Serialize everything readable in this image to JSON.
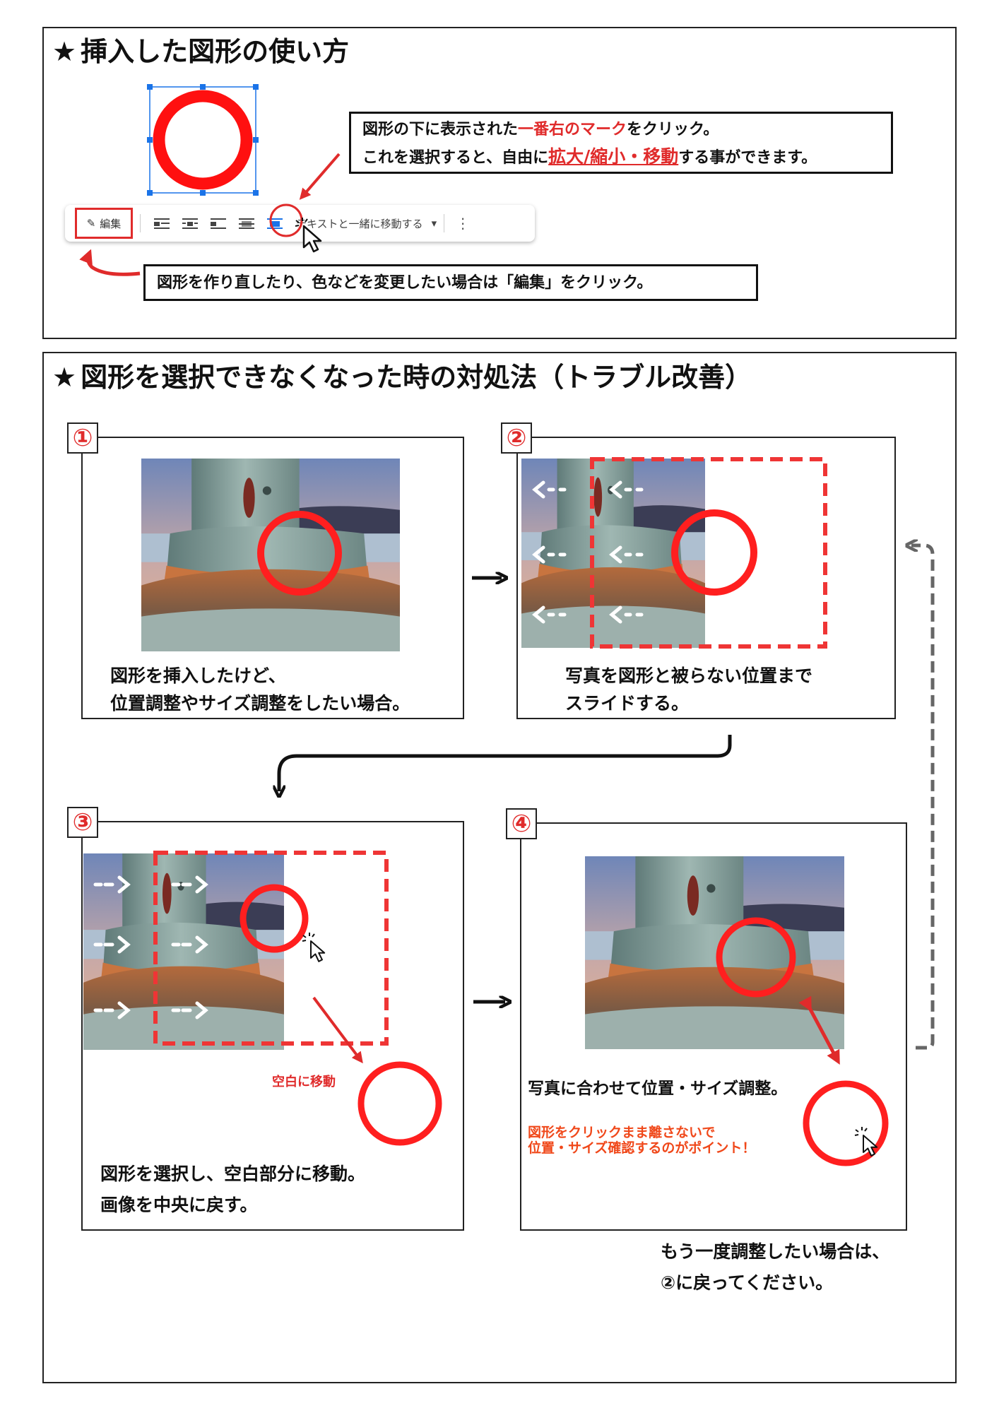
{
  "section1": {
    "title": "挿入した図形の使い方",
    "star": "★",
    "callout_top": {
      "line1_a": "図形の下に表示された",
      "line1_red": "一番右のマーク",
      "line1_b": "をクリック。",
      "line2_a": "これを選択すると、自由に",
      "line2_red": "拡大/縮小・移動",
      "line2_b": "する事ができます。"
    },
    "toolbar": {
      "edit_label": "編集",
      "move_option": "テキストと一緒に移動する",
      "more": "⋮"
    },
    "callout_bottom": "図形を作り直したり、色などを変更したい場合は「編集」をクリック。"
  },
  "section2": {
    "title": "図形を選択できなくなった時の対処法（トラブル改善）",
    "star": "★",
    "steps": [
      {
        "num": "①",
        "caption_l1": "図形を挿入したけど、",
        "caption_l2": "位置調整やサイズ調整をしたい場合。"
      },
      {
        "num": "②",
        "caption_l1": "写真を図形と被らない位置まで",
        "caption_l2": "スライドする。"
      },
      {
        "num": "③",
        "caption_l1": "図形を選択し、空白部分に移動。",
        "caption_l2": "画像を中央に戻す。",
        "note": "空白に移動"
      },
      {
        "num": "④",
        "caption_l1": "写真に合わせて位置・サイズ調整。",
        "point_l1": "図形をクリックまま離さないで",
        "point_l2": "位置・サイズ確認するのがポイント！"
      }
    ],
    "footer_l1": "もう一度調整したい場合は、",
    "footer_l2": "②に戻ってください。"
  },
  "colors": {
    "accent_red": "#e02b2b",
    "point_orange": "#f0481a",
    "selection_blue": "#1a73e8",
    "border": "#222222"
  }
}
